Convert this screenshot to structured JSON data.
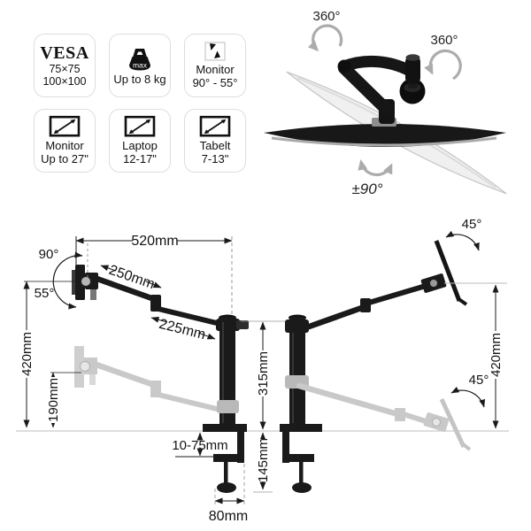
{
  "colors": {
    "background": "#ffffff",
    "card_border": "#dedede",
    "ink": "#1a1a1a",
    "ghost_gray": "#c9c9c9",
    "guide_gray": "#bdbdbd",
    "rotation_arrow_gray": "#acacac",
    "monitor_silver": "#aaaaaa"
  },
  "spec_cards": [
    {
      "id": "vesa",
      "title": "VESA",
      "lines": [
        "75×75",
        "100×100"
      ]
    },
    {
      "id": "max-weight",
      "icon": "weight-icon",
      "icon_text": "max",
      "lines": [
        "Up to 8 kg"
      ]
    },
    {
      "id": "monitor-tilt",
      "icon": "monitor-tilt-icon",
      "lines": [
        "Monitor",
        "90° - 55°"
      ]
    },
    {
      "id": "monitor-size",
      "icon": "screen-diagonal-icon",
      "lines": [
        "Monitor",
        "Up to 27\""
      ]
    },
    {
      "id": "laptop-size",
      "icon": "screen-diagonal-icon",
      "lines": [
        "Laptop",
        "12-17\""
      ]
    },
    {
      "id": "tablet-size",
      "icon": "screen-diagonal-icon",
      "lines": [
        "Tabelt",
        "7-13\""
      ]
    }
  ],
  "rotation_view": {
    "arm_swivel": "360°",
    "vesa_swivel": "360°",
    "screen_rotation": "±90°"
  },
  "left_diagram": {
    "horizontal_reach": "520mm",
    "upper_arm_length": "250mm",
    "lower_arm_length": "225mm",
    "tilt_up_angle": "90°",
    "tilt_down_angle": "55°",
    "arm_max_height": "420mm",
    "arm_min_height": "190mm",
    "desk_clamp_range": "10-75mm",
    "clamp_base_width": "80mm"
  },
  "center_dims": {
    "pole_height_above_desk": "315mm",
    "clamp_total_height": "145mm"
  },
  "right_diagram": {
    "tilt_upper": "45°",
    "tilt_lower": "45°",
    "height_range": "420mm"
  }
}
